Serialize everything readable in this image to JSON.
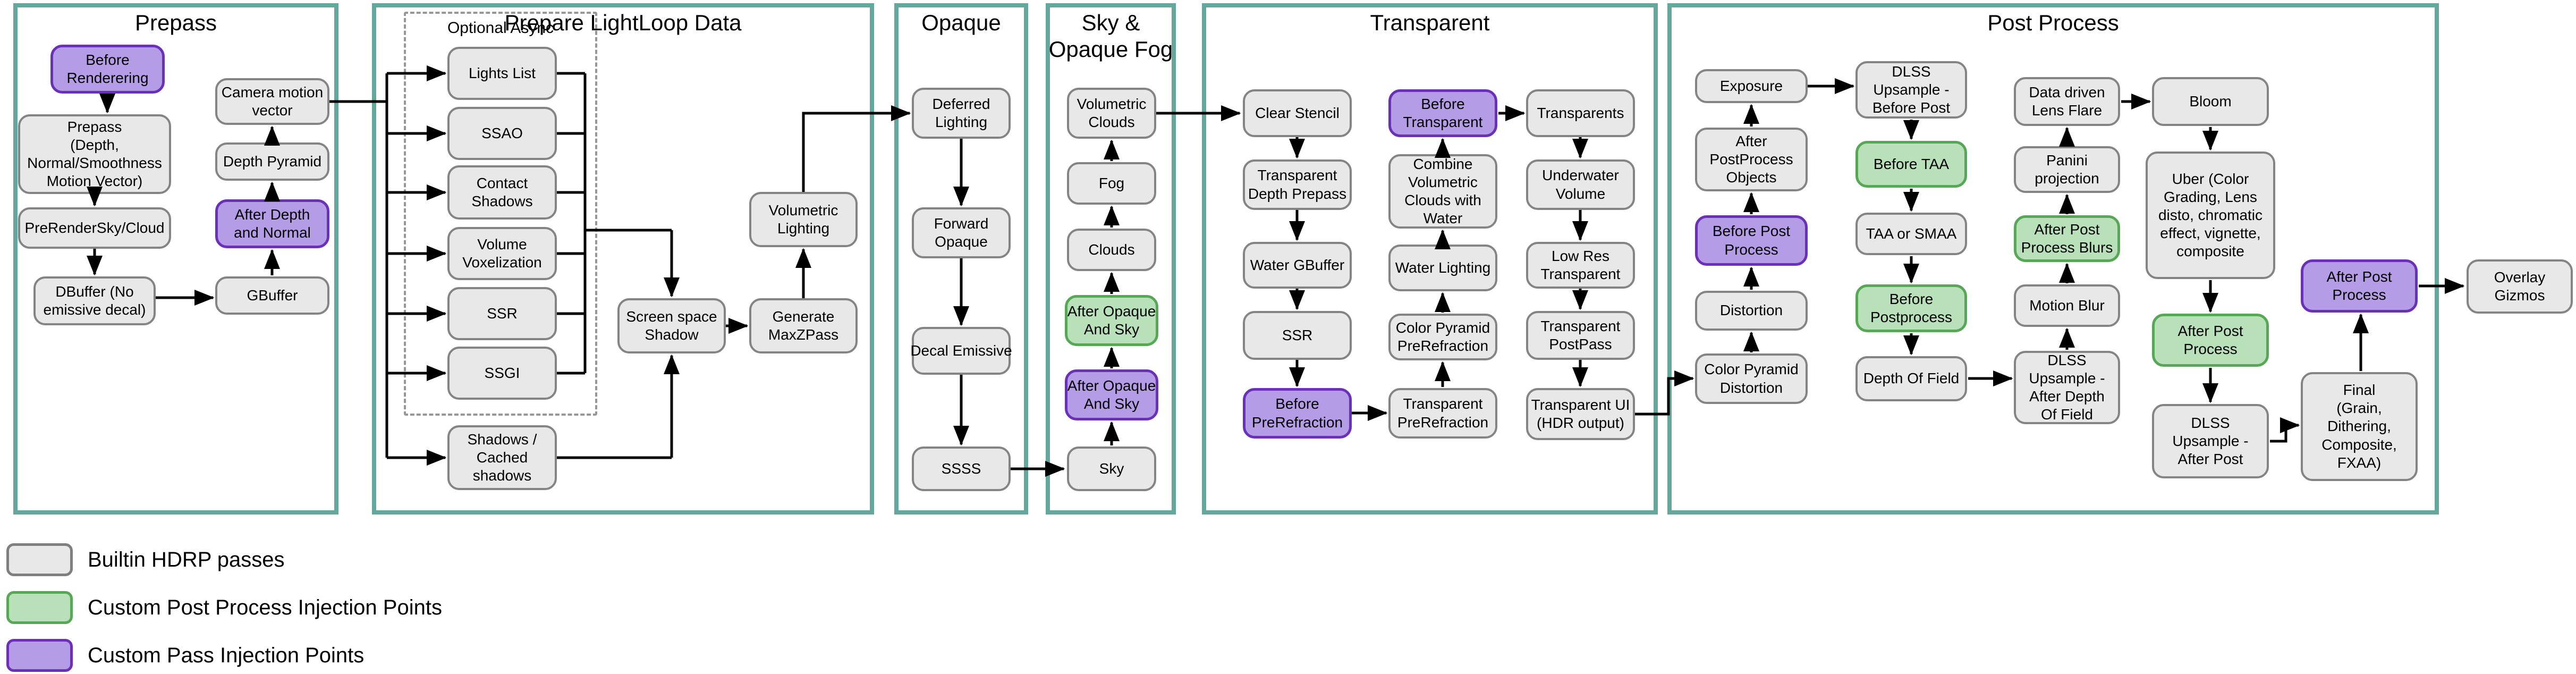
{
  "sections": [
    {
      "id": "prepass",
      "title": "Prepass"
    },
    {
      "id": "lightloop",
      "title": "Prepare LightLoop Data"
    },
    {
      "id": "opaque",
      "title": "Opaque"
    },
    {
      "id": "sky_fog",
      "title": "Sky &\nOpaque Fog"
    },
    {
      "id": "transparent",
      "title": "Transparent"
    },
    {
      "id": "postprocess",
      "title": "Post Process"
    }
  ],
  "optional_async_label": "Optional Async",
  "nodes": {
    "before_rendering": {
      "label": "Before\nRenderering",
      "type": "custom_pass"
    },
    "prepass_depth": {
      "label": "Prepass\n(Depth,\nNormal/Smoothness\nMotion Vector)",
      "type": "builtin"
    },
    "prerendersky_cloud": {
      "label": "PreRenderSky/Cloud",
      "type": "builtin"
    },
    "dbuffer": {
      "label": "DBuffer (No\nemissive decal)",
      "type": "builtin"
    },
    "camera_motion_vector": {
      "label": "Camera motion\nvector",
      "type": "builtin"
    },
    "depth_pyramid": {
      "label": "Depth Pyramid",
      "type": "builtin"
    },
    "after_depth_and_normal": {
      "label": "After Depth\nand Normal",
      "type": "custom_pass"
    },
    "gbuffer": {
      "label": "GBuffer",
      "type": "builtin"
    },
    "lights_list": {
      "label": "Lights List",
      "type": "builtin"
    },
    "ssao": {
      "label": "SSAO",
      "type": "builtin"
    },
    "contact_shadows": {
      "label": "Contact\nShadows",
      "type": "builtin"
    },
    "volume_voxelization": {
      "label": "Volume\nVoxelization",
      "type": "builtin"
    },
    "ssr_async": {
      "label": "SSR",
      "type": "builtin"
    },
    "ssgi": {
      "label": "SSGI",
      "type": "builtin"
    },
    "shadows_cached": {
      "label": "Shadows /\nCached\nshadows",
      "type": "builtin"
    },
    "screen_space_shadow": {
      "label": "Screen space\nShadow",
      "type": "builtin"
    },
    "generate_maxzpass": {
      "label": "Generate\nMaxZPass",
      "type": "builtin"
    },
    "volumetric_lighting": {
      "label": "Volumetric\nLighting",
      "type": "builtin"
    },
    "deferred_lighting": {
      "label": "Deferred\nLighting",
      "type": "builtin"
    },
    "forward_opaque": {
      "label": "Forward\nOpaque",
      "type": "builtin"
    },
    "decal_emissive": {
      "label": "Decal Emissive",
      "type": "builtin"
    },
    "ssss": {
      "label": "SSSS",
      "type": "builtin"
    },
    "volumetric_clouds": {
      "label": "Volumetric\nClouds",
      "type": "builtin"
    },
    "fog": {
      "label": "Fog",
      "type": "builtin"
    },
    "clouds": {
      "label": "Clouds",
      "type": "builtin"
    },
    "after_opaque_sky_green": {
      "label": "After Opaque\nAnd Sky",
      "type": "custom_post_process"
    },
    "after_opaque_sky_purple": {
      "label": "After Opaque\nAnd Sky",
      "type": "custom_pass"
    },
    "sky": {
      "label": "Sky",
      "type": "builtin"
    },
    "clear_stencil": {
      "label": "Clear Stencil",
      "type": "builtin"
    },
    "transparent_depth_prepass": {
      "label": "Transparent\nDepth Prepass",
      "type": "builtin"
    },
    "water_gbuffer": {
      "label": "Water GBuffer",
      "type": "builtin"
    },
    "ssr_transparent": {
      "label": "SSR",
      "type": "builtin"
    },
    "before_prerefraction": {
      "label": "Before\nPreRefraction",
      "type": "custom_pass"
    },
    "transparent_prerefraction": {
      "label": "Transparent\nPreRefraction",
      "type": "builtin"
    },
    "color_pyramid_prerefraction": {
      "label": "Color Pyramid\nPreRefraction",
      "type": "builtin"
    },
    "water_lighting": {
      "label": "Water Lighting",
      "type": "builtin"
    },
    "combine_volumetric_clouds_water": {
      "label": "Combine\nVolumetric\nClouds with\nWater",
      "type": "builtin"
    },
    "before_transparent": {
      "label": "Before\nTransparent",
      "type": "custom_pass"
    },
    "transparents": {
      "label": "Transparents",
      "type": "builtin"
    },
    "underwater_volume": {
      "label": "Underwater\nVolume",
      "type": "builtin"
    },
    "low_res_transparent": {
      "label": "Low Res\nTransparent",
      "type": "builtin"
    },
    "transparent_postpass": {
      "label": "Transparent\nPostPass",
      "type": "builtin"
    },
    "transparent_ui": {
      "label": "Transparent UI\n(HDR output)",
      "type": "builtin"
    },
    "exposure": {
      "label": "Exposure",
      "type": "builtin"
    },
    "after_postprocess_objects": {
      "label": "After\nPostProcess\nObjects",
      "type": "builtin"
    },
    "before_post_process": {
      "label": "Before Post\nProcess",
      "type": "custom_pass"
    },
    "distortion": {
      "label": "Distortion",
      "type": "builtin"
    },
    "color_pyramid_distortion": {
      "label": "Color Pyramid\nDistortion",
      "type": "builtin"
    },
    "dlss_upsample_before_post": {
      "label": "DLSS\nUpsample -\nBefore Post",
      "type": "builtin"
    },
    "before_taa": {
      "label": "Before TAA",
      "type": "custom_post_process"
    },
    "taa_or_smaa": {
      "label": "TAA or SMAA",
      "type": "builtin"
    },
    "before_postprocess": {
      "label": "Before\nPostprocess",
      "type": "custom_post_process"
    },
    "depth_of_field": {
      "label": "Depth Of Field",
      "type": "builtin"
    },
    "data_driven_lens_flare": {
      "label": "Data driven\nLens Flare",
      "type": "builtin"
    },
    "panini_projection": {
      "label": "Panini\nprojection",
      "type": "builtin"
    },
    "after_post_process_blurs": {
      "label": "After Post\nProcess Blurs",
      "type": "custom_post_process"
    },
    "motion_blur": {
      "label": "Motion Blur",
      "type": "builtin"
    },
    "dlss_upsample_after_dof": {
      "label": "DLSS\nUpsample -\nAfter Depth\nOf Field",
      "type": "builtin"
    },
    "bloom": {
      "label": "Bloom",
      "type": "builtin"
    },
    "uber": {
      "label": "Uber (Color\nGrading, Lens\ndisto, chromatic\neffect, vignette,\ncomposite",
      "type": "builtin"
    },
    "after_post_process_green": {
      "label": "After Post\nProcess",
      "type": "custom_post_process"
    },
    "dlss_upsample_after_post": {
      "label": "DLSS\nUpsample -\nAfter Post",
      "type": "builtin"
    },
    "after_post_process_purple": {
      "label": "After Post\nProcess",
      "type": "custom_pass"
    },
    "final": {
      "label": "Final\n(Grain,\nDithering,\nComposite,\nFXAA)",
      "type": "builtin"
    },
    "overlay_gizmos": {
      "label": "Overlay\nGizmos",
      "type": "builtin"
    }
  },
  "legend": {
    "items": [
      {
        "label": "Builtin HDRP passes",
        "type": "builtin"
      },
      {
        "label": "Custom Post Process Injection Points",
        "type": "custom_post_process"
      },
      {
        "label": "Custom Pass Injection Points",
        "type": "custom_pass"
      }
    ]
  },
  "colors": {
    "frame": "#64a79c",
    "builtin_fill": "#e8e8e8",
    "builtin_stroke": "#848484",
    "custom_post_process_fill": "#b9e1b9",
    "custom_post_process_stroke": "#57a757",
    "custom_pass_fill": "#b59ce6",
    "custom_pass_stroke": "#6a30b8",
    "arrow": "#000000"
  }
}
